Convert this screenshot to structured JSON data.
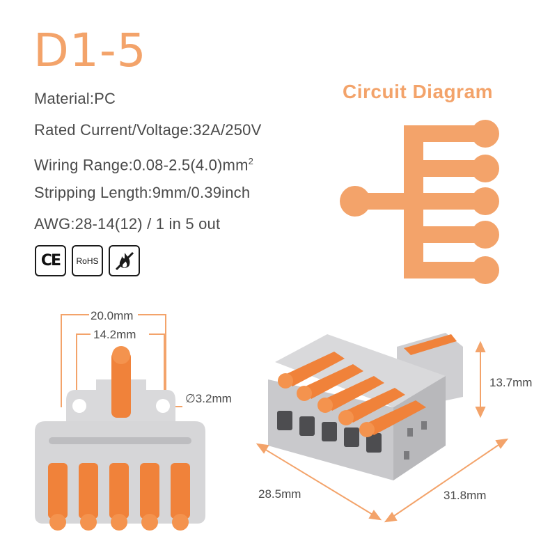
{
  "title": "D1-5",
  "specs": [
    "Material:PC",
    "Rated Current/Voltage:32A/250V",
    "Wiring Range:0.08-2.5(4.0)mm",
    "Stripping Length:9mm/0.39inch",
    "AWG:28-14(12) / 1 in 5 out"
  ],
  "wiring_superscript": "2",
  "badges": {
    "ce": "CE",
    "rohs": "RoHS",
    "flame_icon": "no-flame-icon"
  },
  "circuit": {
    "title": "Circuit Diagram",
    "inputs": 1,
    "outputs": 5
  },
  "dimensions": {
    "outer_width": "20.0mm",
    "inner_width": "14.2mm",
    "hole_diameter": "∅3.2mm",
    "height": "13.7mm",
    "depth": "28.5mm",
    "length": "31.8mm"
  },
  "colors": {
    "accent": "#f3a36a",
    "lever": "#f0823a",
    "body": "#d6d6d8",
    "text": "#4a4a4a"
  }
}
